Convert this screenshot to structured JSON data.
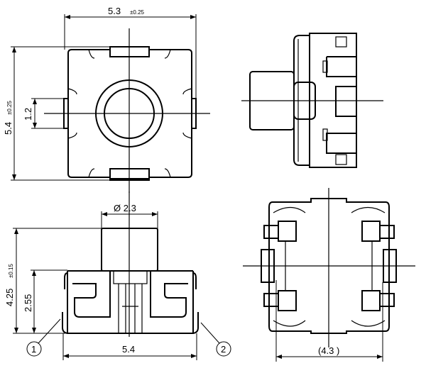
{
  "top_view": {
    "width_dim": "5.3",
    "width_tol": "±0.25",
    "height_dim": "5.4",
    "height_tol": "±0.25",
    "terminal_dim": "1.2"
  },
  "front_view": {
    "actuator_dia_dim": "Ø 2.3",
    "total_height_dim": "4.25",
    "total_height_tol": "±0.15",
    "body_height_dim": "2.55",
    "width_dim": "5.4",
    "callout_1": "1",
    "callout_2": "2"
  },
  "bottom_view": {
    "pitch_dim": "(4.3 )"
  },
  "colors": {
    "line": "#000000",
    "background": "#ffffff"
  }
}
